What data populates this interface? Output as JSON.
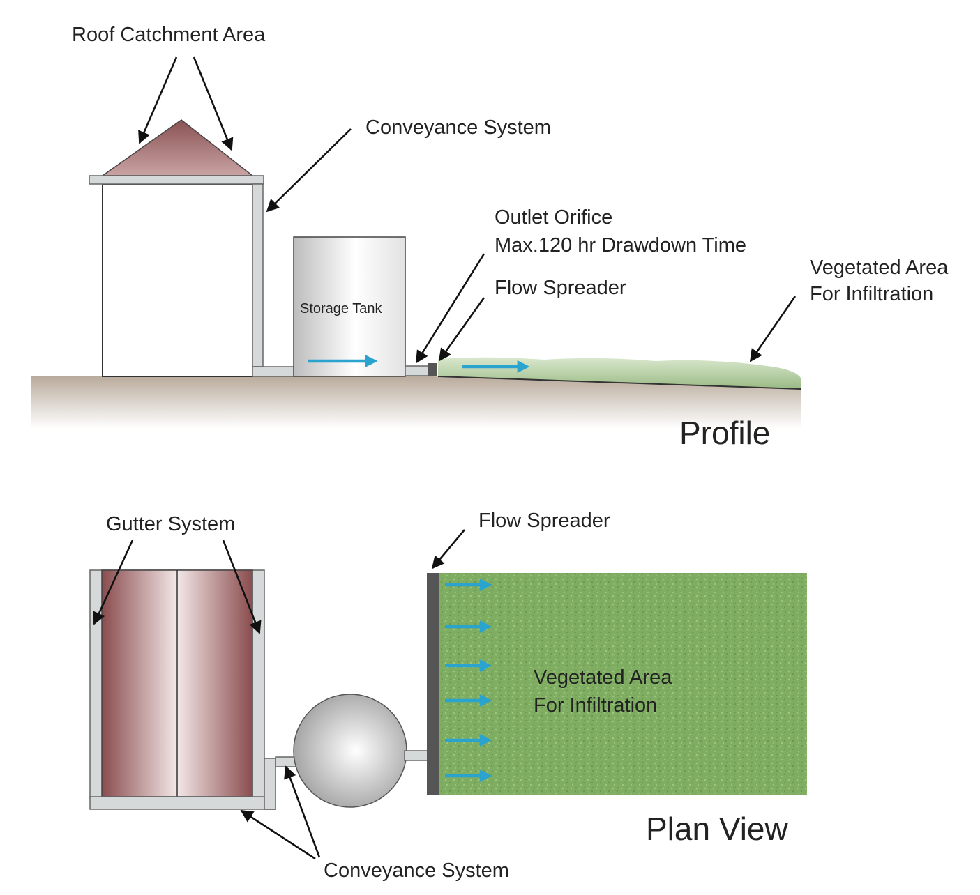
{
  "colors": {
    "roof": "#8e5a5c",
    "flow_arrow": "#2aa3cf",
    "vegetation": "#7fae62",
    "ground": "#cbbfb1",
    "pipe": "#d6d9da",
    "spreader": "#555555"
  },
  "profile": {
    "title": "Profile",
    "labels": {
      "roof_catchment": "Roof Catchment Area",
      "conveyance": "Conveyance System",
      "outlet_line1": "Outlet Orifice",
      "outlet_line2": "Max.120 hr Drawdown Time",
      "flow_spreader": "Flow Spreader",
      "vegetated_line1": "Vegetated Area",
      "vegetated_line2": "For Infiltration",
      "storage_tank": "Storage Tank"
    }
  },
  "plan": {
    "title": "Plan View",
    "labels": {
      "gutter": "Gutter System",
      "flow_spreader": "Flow Spreader",
      "vegetated_line1": "Vegetated Area",
      "vegetated_line2": "For Infiltration",
      "conveyance": "Conveyance System"
    }
  }
}
